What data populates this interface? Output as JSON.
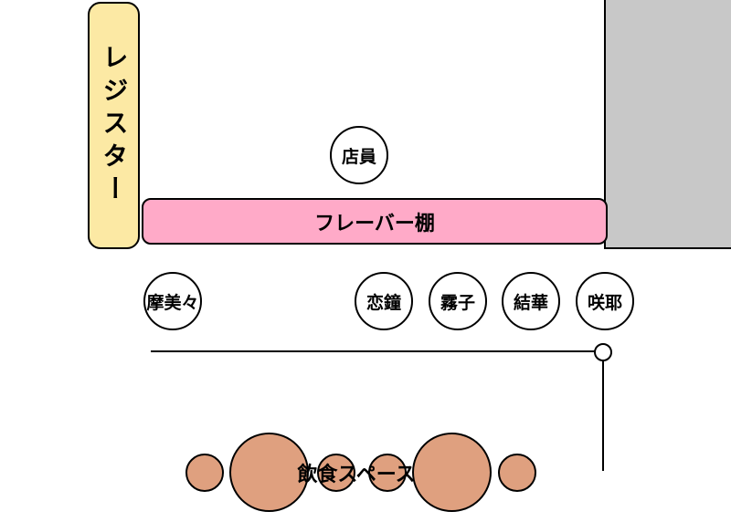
{
  "register": {
    "label": "レジスター"
  },
  "shelf": {
    "label": "フレーバー棚"
  },
  "people": {
    "staff": "店員",
    "mamiya": "摩美々",
    "kogane": "恋鐘",
    "kiriko": "霧子",
    "yuika": "結華",
    "sakuya": "咲耶"
  },
  "eating_area": {
    "label": "飲食スペース"
  },
  "colors": {
    "register_fill": "#fce9a4",
    "shelf_fill": "#ffaac8",
    "wall_fill": "#c8c8c8",
    "table_fill": "#dfa07f"
  }
}
